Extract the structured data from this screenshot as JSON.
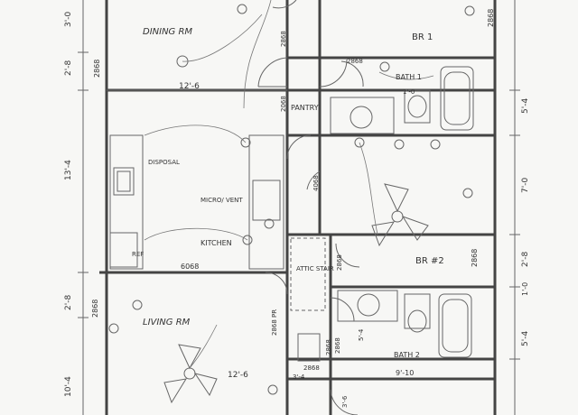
{
  "rooms": {
    "dining": "DINING RM",
    "br1": "BR 1",
    "bath1": "BATH 1",
    "pantry": "PANTRY",
    "disposal": "DISPOSAL",
    "micro": "MICRO/\nVENT",
    "kitchen": "KITCHEN",
    "refrig": "REF",
    "attic": "ATTIC\nSTAIR",
    "br2": "BR #2",
    "living": "LIVING RM",
    "bath2": "BATH 2"
  },
  "dimensions": {
    "left_top": "3'-0",
    "left_2_8_top": "2'-8",
    "left_13_4": "13'-4",
    "left_2_8_mid": "2'-8",
    "left_10_4": "10'-4",
    "dim_12_6_top": "12'-6",
    "dim_12_6_bottom": "12'-6",
    "right_5_4_top": "5'-4",
    "right_7_0": "7'-0",
    "right_2_8": "2'-8",
    "right_1_0": "1'-0",
    "right_5_4_bottom": "5'-4",
    "dim_9_10": "9'-10",
    "dim_3_4": "3'-4",
    "dim_3_6": "3'-6",
    "dim_5_4": "5'-4",
    "dim_1_0_bath": "1'-0"
  },
  "door_tags": {
    "d2868_dining": "2868",
    "d2868_bath1": "2868",
    "d2068": "2068",
    "d4068": "4068",
    "d6068": "6068",
    "d2868_br2": "2868",
    "d2868_attic": "2868",
    "d2868_living_left": "2868",
    "d2868_living": "2868 PR",
    "d2868_bath2": "2868",
    "d2868_br2_right": "2868",
    "d2868_br1_right": "2868",
    "d2868_bottom": "2868",
    "d2868_dining_left": "2868"
  }
}
